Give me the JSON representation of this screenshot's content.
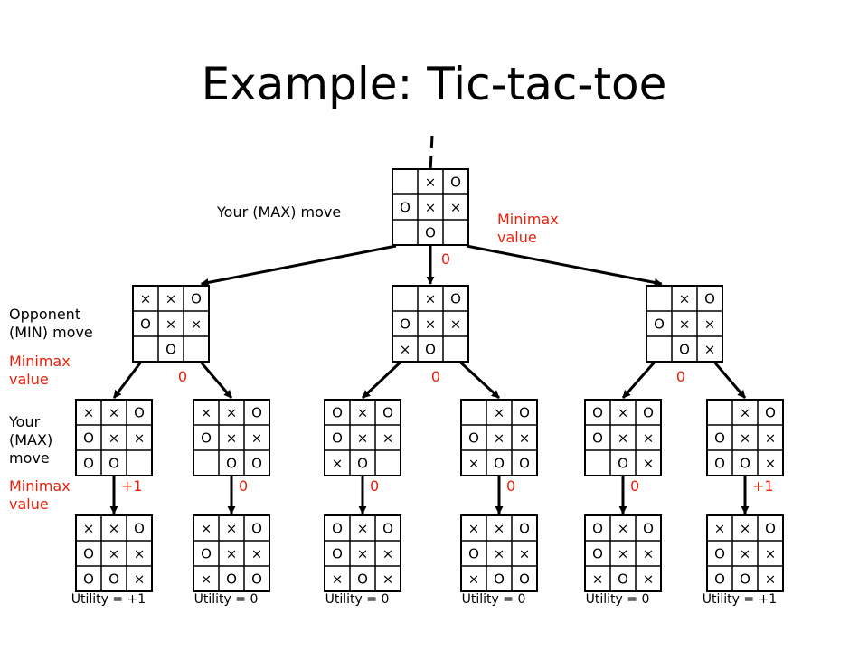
{
  "title": "Example: Tic-tac-toe",
  "labels": {
    "your_max_move": "Your (MAX) move",
    "minimax_value_top": [
      "Minimax",
      "value"
    ],
    "opponent_min_move": [
      "Opponent",
      "(MIN) move"
    ],
    "minimax_value_mid": [
      "Minimax",
      "value"
    ],
    "your_max_move_left": [
      "Your",
      "(MAX)",
      "move"
    ],
    "minimax_value_bottom": [
      "Minimax",
      "value"
    ]
  },
  "colors": {
    "accent_red": "#e8200c",
    "line": "#000000"
  },
  "symbols": {
    "x": "×",
    "o": "O"
  },
  "root": {
    "board": [
      "_XO",
      "OXX",
      "_O_"
    ],
    "value": "0"
  },
  "level1": [
    {
      "board": [
        "XXO",
        "OXX",
        "_O_"
      ],
      "value": "0"
    },
    {
      "board": [
        "_XO",
        "OXX",
        "XO_"
      ],
      "value": "0"
    },
    {
      "board": [
        "_XO",
        "OXX",
        "_OX"
      ],
      "value": "0"
    }
  ],
  "level2": [
    {
      "board": [
        "XXO",
        "OXX",
        "OO_"
      ],
      "value": "+1"
    },
    {
      "board": [
        "XXO",
        "OXX",
        "_OO"
      ],
      "value": "0"
    },
    {
      "board": [
        "OXO",
        "OXX",
        "XO_"
      ],
      "value": "0"
    },
    {
      "board": [
        "_XO",
        "OXX",
        "XOO"
      ],
      "value": "0"
    },
    {
      "board": [
        "OXO",
        "OXX",
        "_OX"
      ],
      "value": "0"
    },
    {
      "board": [
        "_XO",
        "OXX",
        "OOX"
      ],
      "value": "+1"
    }
  ],
  "leaves": [
    {
      "board": [
        "XXO",
        "OXX",
        "OOX"
      ],
      "utility": "Utility = +1"
    },
    {
      "board": [
        "XXO",
        "OXX",
        "XOO"
      ],
      "utility": "Utility = 0"
    },
    {
      "board": [
        "OXO",
        "OXX",
        "XOX"
      ],
      "utility": "Utility = 0"
    },
    {
      "board": [
        "XXO",
        "OXX",
        "XOO"
      ],
      "utility": "Utility = 0"
    },
    {
      "board": [
        "OXO",
        "OXX",
        "XOX"
      ],
      "utility": "Utility = 0"
    },
    {
      "board": [
        "XXO",
        "OXX",
        "OOX"
      ],
      "utility": "Utility = +1"
    }
  ]
}
